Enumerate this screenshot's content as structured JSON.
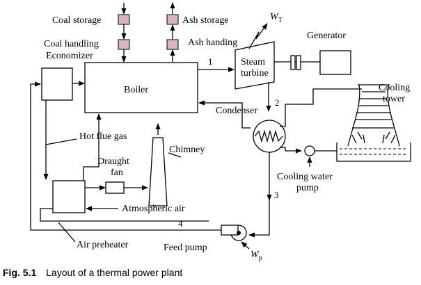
{
  "labels": {
    "coal_storage": "Coal storage",
    "coal_handling": "Coal handling",
    "economizer": "Economizer",
    "boiler": "Boiler",
    "ash_storage": "Ash storage",
    "ash_handling": "Ash handing",
    "wt_main": "W",
    "wt_sub": "T",
    "steam": "Steam",
    "turbine": "turbine",
    "generator": "Generator",
    "cooling": "Cooling",
    "tower": "tower",
    "condenser": "Condenser",
    "hot_flue_gas": "Hot flue gas",
    "draught": "Draught",
    "fan": "fan",
    "chimney": "Chimney",
    "cooling_water": "Cooling water",
    "pump": "pump",
    "atmospheric_air": "Atmospheric air",
    "air_preheater": "Air preheater",
    "feed_pump": "Feed pump",
    "wp_main": "W",
    "wp_sub": "p",
    "n1": "1",
    "n2": "2",
    "n3": "3",
    "n4": "4"
  },
  "caption": {
    "fig": "Fig. 5.1",
    "text": "Layout of a thermal power plant"
  }
}
